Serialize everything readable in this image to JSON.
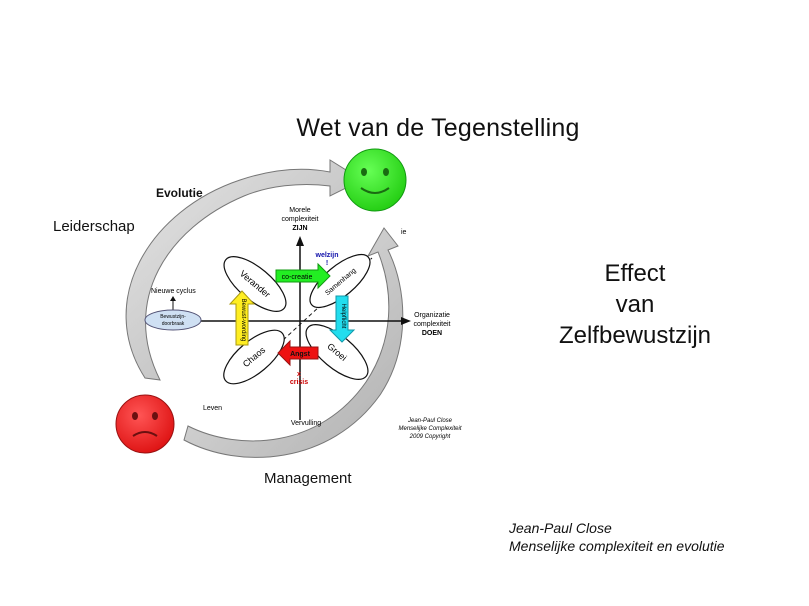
{
  "title": "Wet van de Tegenstelling",
  "labels": {
    "evolutie": "Evolutie",
    "leiderschap": "Leiderschap",
    "management": "Management"
  },
  "effect": {
    "line1": "Effect",
    "line2": "van",
    "line3": "Zelfbewustzijn"
  },
  "credit": {
    "author": "Jean-Paul Close",
    "subtitle": "Menselijke complexiteit en evolutie"
  },
  "diagram": {
    "axis_top": [
      "Morele",
      "complexiteit",
      "ZIJN"
    ],
    "axis_right": [
      "Organizatie",
      "complexiteit",
      "DOEN"
    ],
    "axis_bottom": "Vervulling",
    "axis_left_low": "Leven",
    "topright_cut": "ie",
    "nieuwe_cyclus": "Nieuwe cyclus",
    "bewustzijn_box": [
      "Bewustzijn-",
      "doorbraak"
    ],
    "ellipses": {
      "top_left": "Verander",
      "top_right": "Samenhang",
      "bottom_left": "Chaos",
      "bottom_right": "Groei"
    },
    "arrows": {
      "top": "co-creatie",
      "right": "Helpflicht",
      "bottom": "Angst",
      "left": "Bewust-wording"
    },
    "welzijn": [
      "welzijn",
      "!"
    ],
    "crisis": [
      "x",
      "crisis"
    ],
    "copyright": [
      "Jean-Paul Close",
      "Menselijke Complexiteit",
      "2009 Copyright"
    ]
  },
  "colors": {
    "happy_face": "#33dd22",
    "sad_face": "#ee2222",
    "arrow_green": "#22ee22",
    "arrow_cyan": "#22ddee",
    "arrow_red": "#ee1111",
    "arrow_yellow": "#ffee22",
    "cycle_arrow_fill": "#c8c8c8",
    "welzijn_text": "#1111aa",
    "crisis_text": "#cc0000"
  },
  "icons": {
    "happy": "smiley-face-icon",
    "sad": "sad-face-icon"
  }
}
